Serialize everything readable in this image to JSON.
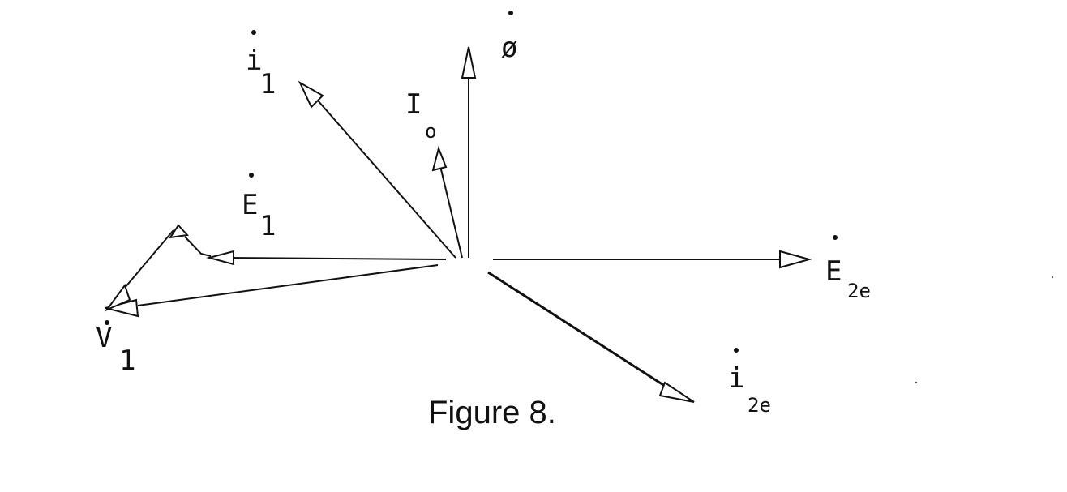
{
  "labels": {
    "phi": "ø",
    "i1_main": "i",
    "i1_sub": "1",
    "io_main": "I",
    "io_sub": "o",
    "e1_main": "E",
    "e1_sub": "1",
    "v1_main": "V",
    "v1_sub": "1",
    "e2e_main": "E",
    "e2e_sub": "2e",
    "i2e_main": "i",
    "i2e_sub": "2e"
  },
  "caption": "Figure 8."
}
